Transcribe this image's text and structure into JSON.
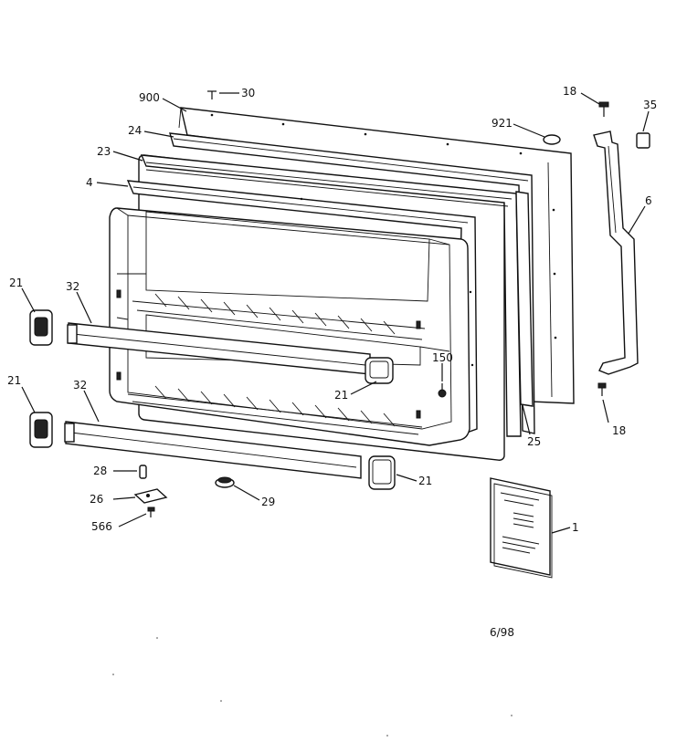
{
  "labels": {
    "p900": "900",
    "p30": "30",
    "p24": "24",
    "p23": "23",
    "p4": "4",
    "p921": "921",
    "p18a": "18",
    "p35": "35",
    "p6": "6",
    "p21a": "21",
    "p32a": "32",
    "p21b": "21",
    "p32b": "32",
    "p150": "150",
    "p21c": "21",
    "p18b": "18",
    "p25": "25",
    "p28": "28",
    "p26": "26",
    "p566": "566",
    "p29": "29",
    "p21d": "21",
    "p1": "1"
  },
  "date_code": "6/98"
}
